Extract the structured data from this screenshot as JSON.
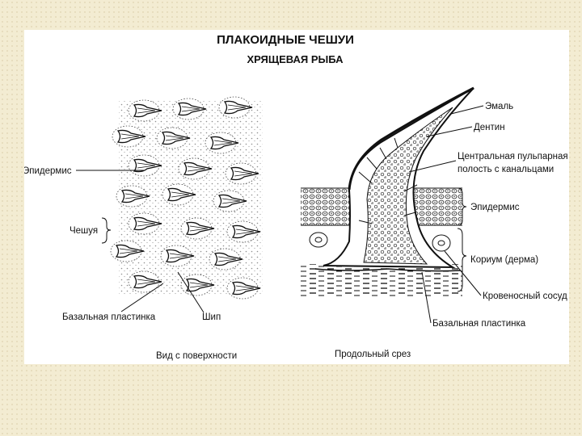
{
  "background_color": "#f3ecd2",
  "title": "ПЛАКОИДНЫЕ ЧЕШУИ",
  "subtitle": "ХРЯЩЕВАЯ РЫБА",
  "left_panel": {
    "labels": {
      "epidermis": "Эпидермис",
      "scale": "Чешуя",
      "basal_plate": "Базальная пластинка",
      "spine": "Шип"
    },
    "caption": "Вид с поверхности"
  },
  "right_panel": {
    "labels": {
      "enamel": "Эмаль",
      "dentin": "Дентин",
      "pulp_line1": "Центральная пульпарная",
      "pulp_line2": "полость с канальцами",
      "epidermis": "Эпидермис",
      "corium": "Кориум (дерма)",
      "blood_vessel": "Кровеносный сосуд",
      "basal_plate": "Базальная пластинка"
    },
    "caption": "Продольный срез"
  }
}
